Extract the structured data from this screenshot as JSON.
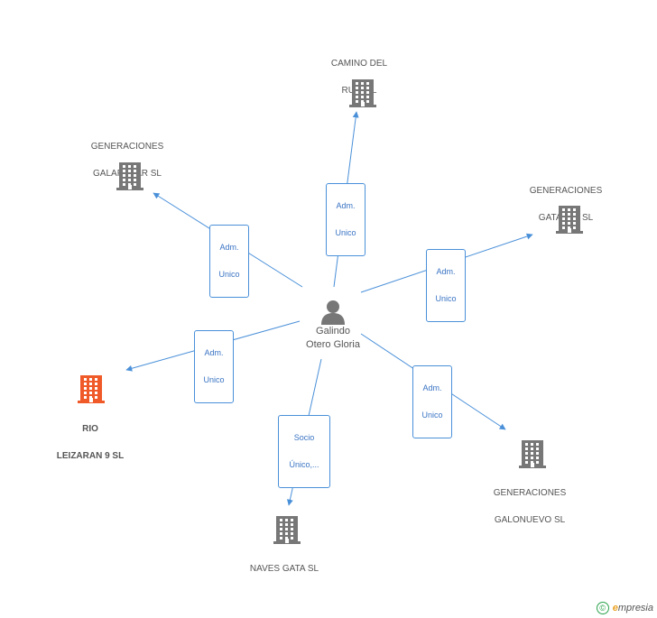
{
  "center": {
    "name_line1": "Galindo",
    "name_line2": "Otero Gloria",
    "icon": "person-icon"
  },
  "nodes": [
    {
      "id": "camino",
      "label_line1": "CAMINO DEL",
      "label_line2": "RUBI SL",
      "icon": "building-icon",
      "color": "#777777"
    },
    {
      "id": "galapagar",
      "label_line1": "GENERACIONES",
      "label_line2": "GALAPAGAR SL",
      "icon": "building-icon",
      "color": "#777777"
    },
    {
      "id": "gatagal",
      "label_line1": "GENERACIONES",
      "label_line2": "GATAGAL SL",
      "icon": "building-icon",
      "color": "#777777"
    },
    {
      "id": "rio",
      "label_line1": "RIO",
      "label_line2": "LEIZARAN 9 SL",
      "icon": "building-icon",
      "color": "#f05a28"
    },
    {
      "id": "galonuevo",
      "label_line1": "GENERACIONES",
      "label_line2": "GALONUEVO SL",
      "icon": "building-icon",
      "color": "#777777"
    },
    {
      "id": "naves",
      "label_line1": "NAVES GATA SL",
      "label_line2": "",
      "icon": "building-icon",
      "color": "#777777"
    }
  ],
  "edges": [
    {
      "target": "camino",
      "line1": "Adm.",
      "line2": "Unico"
    },
    {
      "target": "galapagar",
      "line1": "Adm.",
      "line2": "Unico"
    },
    {
      "target": "gatagal",
      "line1": "Adm.",
      "line2": "Unico"
    },
    {
      "target": "rio",
      "line1": "Adm.",
      "line2": "Unico"
    },
    {
      "target": "galonuevo",
      "line1": "Adm.",
      "line2": "Unico"
    },
    {
      "target": "naves",
      "line1": "Socio",
      "line2": "Único,..."
    }
  ],
  "colors": {
    "edge": "#4a90d9",
    "building": "#777777",
    "highlight": "#f05a28"
  },
  "footer": {
    "copyright": "©",
    "brand_initial": "e",
    "brand_rest": "mpresia"
  }
}
